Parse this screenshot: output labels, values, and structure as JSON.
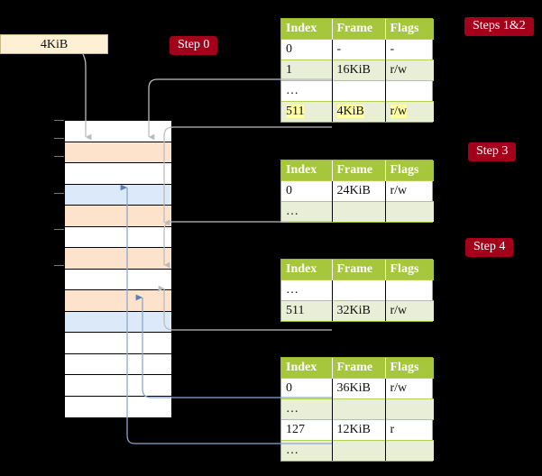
{
  "diagram": {
    "title": "four-level page table walk",
    "virtual_page": {
      "label": "4KiB"
    },
    "colors": {
      "table_header": "#a6c63c",
      "table_alt_row": "#e9eed6",
      "highlight": "#ffffa0",
      "badge": "#a4001b",
      "page_box": "#fdf0d5",
      "mem_peach": "#fde2cc",
      "mem_blue": "#dce9f8",
      "wire_gray": "#b9b9b9",
      "wire_blue": "#8ba7ce"
    }
  },
  "badges": [
    {
      "id": "step0",
      "label": "Step 0"
    },
    {
      "id": "steps12",
      "label": "Steps 1&2"
    },
    {
      "id": "step3",
      "label": "Step 3"
    },
    {
      "id": "step4",
      "label": "Step 4"
    }
  ],
  "memory_column": {
    "name": "physical-memory",
    "rows": [
      {
        "fill": "white"
      },
      {
        "fill": "peach"
      },
      {
        "fill": "white"
      },
      {
        "fill": "blue"
      },
      {
        "fill": "peach"
      },
      {
        "fill": "white"
      },
      {
        "fill": "peach"
      },
      {
        "fill": "white"
      },
      {
        "fill": "peach"
      },
      {
        "fill": "blue"
      },
      {
        "fill": "white"
      },
      {
        "fill": "white"
      },
      {
        "fill": "white"
      },
      {
        "fill": "white"
      }
    ]
  },
  "page_tables": [
    {
      "id": "ptable-0",
      "columns": [
        "Index",
        "Frame",
        "Flags"
      ],
      "rows": [
        {
          "cells": [
            "0",
            "-",
            "-"
          ],
          "alt": false,
          "highlight": false
        },
        {
          "cells": [
            "1",
            "16KiB",
            "r/w"
          ],
          "alt": true,
          "highlight": false
        },
        {
          "cells": [
            "…",
            "",
            ""
          ],
          "alt": false,
          "highlight": false
        },
        {
          "cells": [
            "511",
            "4KiB",
            "r/w"
          ],
          "alt": true,
          "highlight": true
        }
      ]
    },
    {
      "id": "ptable-1",
      "columns": [
        "Index",
        "Frame",
        "Flags"
      ],
      "rows": [
        {
          "cells": [
            "0",
            "24KiB",
            "r/w"
          ],
          "alt": false,
          "highlight": false
        },
        {
          "cells": [
            "…",
            "",
            ""
          ],
          "alt": true,
          "highlight": false
        }
      ]
    },
    {
      "id": "ptable-2",
      "columns": [
        "Index",
        "Frame",
        "Flags"
      ],
      "rows": [
        {
          "cells": [
            "…",
            "",
            ""
          ],
          "alt": false,
          "highlight": false
        },
        {
          "cells": [
            "511",
            "32KiB",
            "r/w"
          ],
          "alt": true,
          "highlight": false
        }
      ]
    },
    {
      "id": "ptable-3",
      "columns": [
        "Index",
        "Frame",
        "Flags"
      ],
      "rows": [
        {
          "cells": [
            "0",
            "36KiB",
            "r/w"
          ],
          "alt": false,
          "highlight": false
        },
        {
          "cells": [
            "…",
            "",
            ""
          ],
          "alt": true,
          "highlight": false
        },
        {
          "cells": [
            "127",
            "12KiB",
            "r"
          ],
          "alt": false,
          "highlight": false
        },
        {
          "cells": [
            "…",
            "",
            ""
          ],
          "alt": true,
          "highlight": false
        }
      ]
    }
  ]
}
